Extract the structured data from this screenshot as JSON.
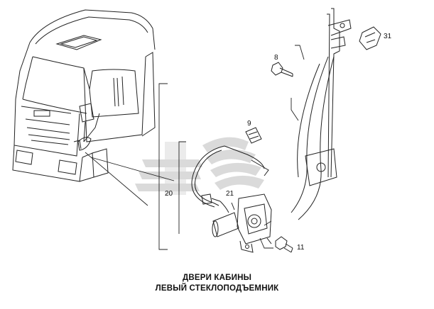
{
  "caption": {
    "line1": "ДВЕРИ КАБИНЫ",
    "line2": "ЛЕВЫЙ СТЕКЛОПОДЪЕМНИК"
  },
  "callouts": [
    "8",
    "9",
    "11",
    "20",
    "21",
    "31"
  ],
  "watermark": {
    "icon": "iveco-logo-watermark",
    "color": "#d8d8d8"
  },
  "colors": {
    "line": "#222222",
    "background": "#ffffff"
  }
}
